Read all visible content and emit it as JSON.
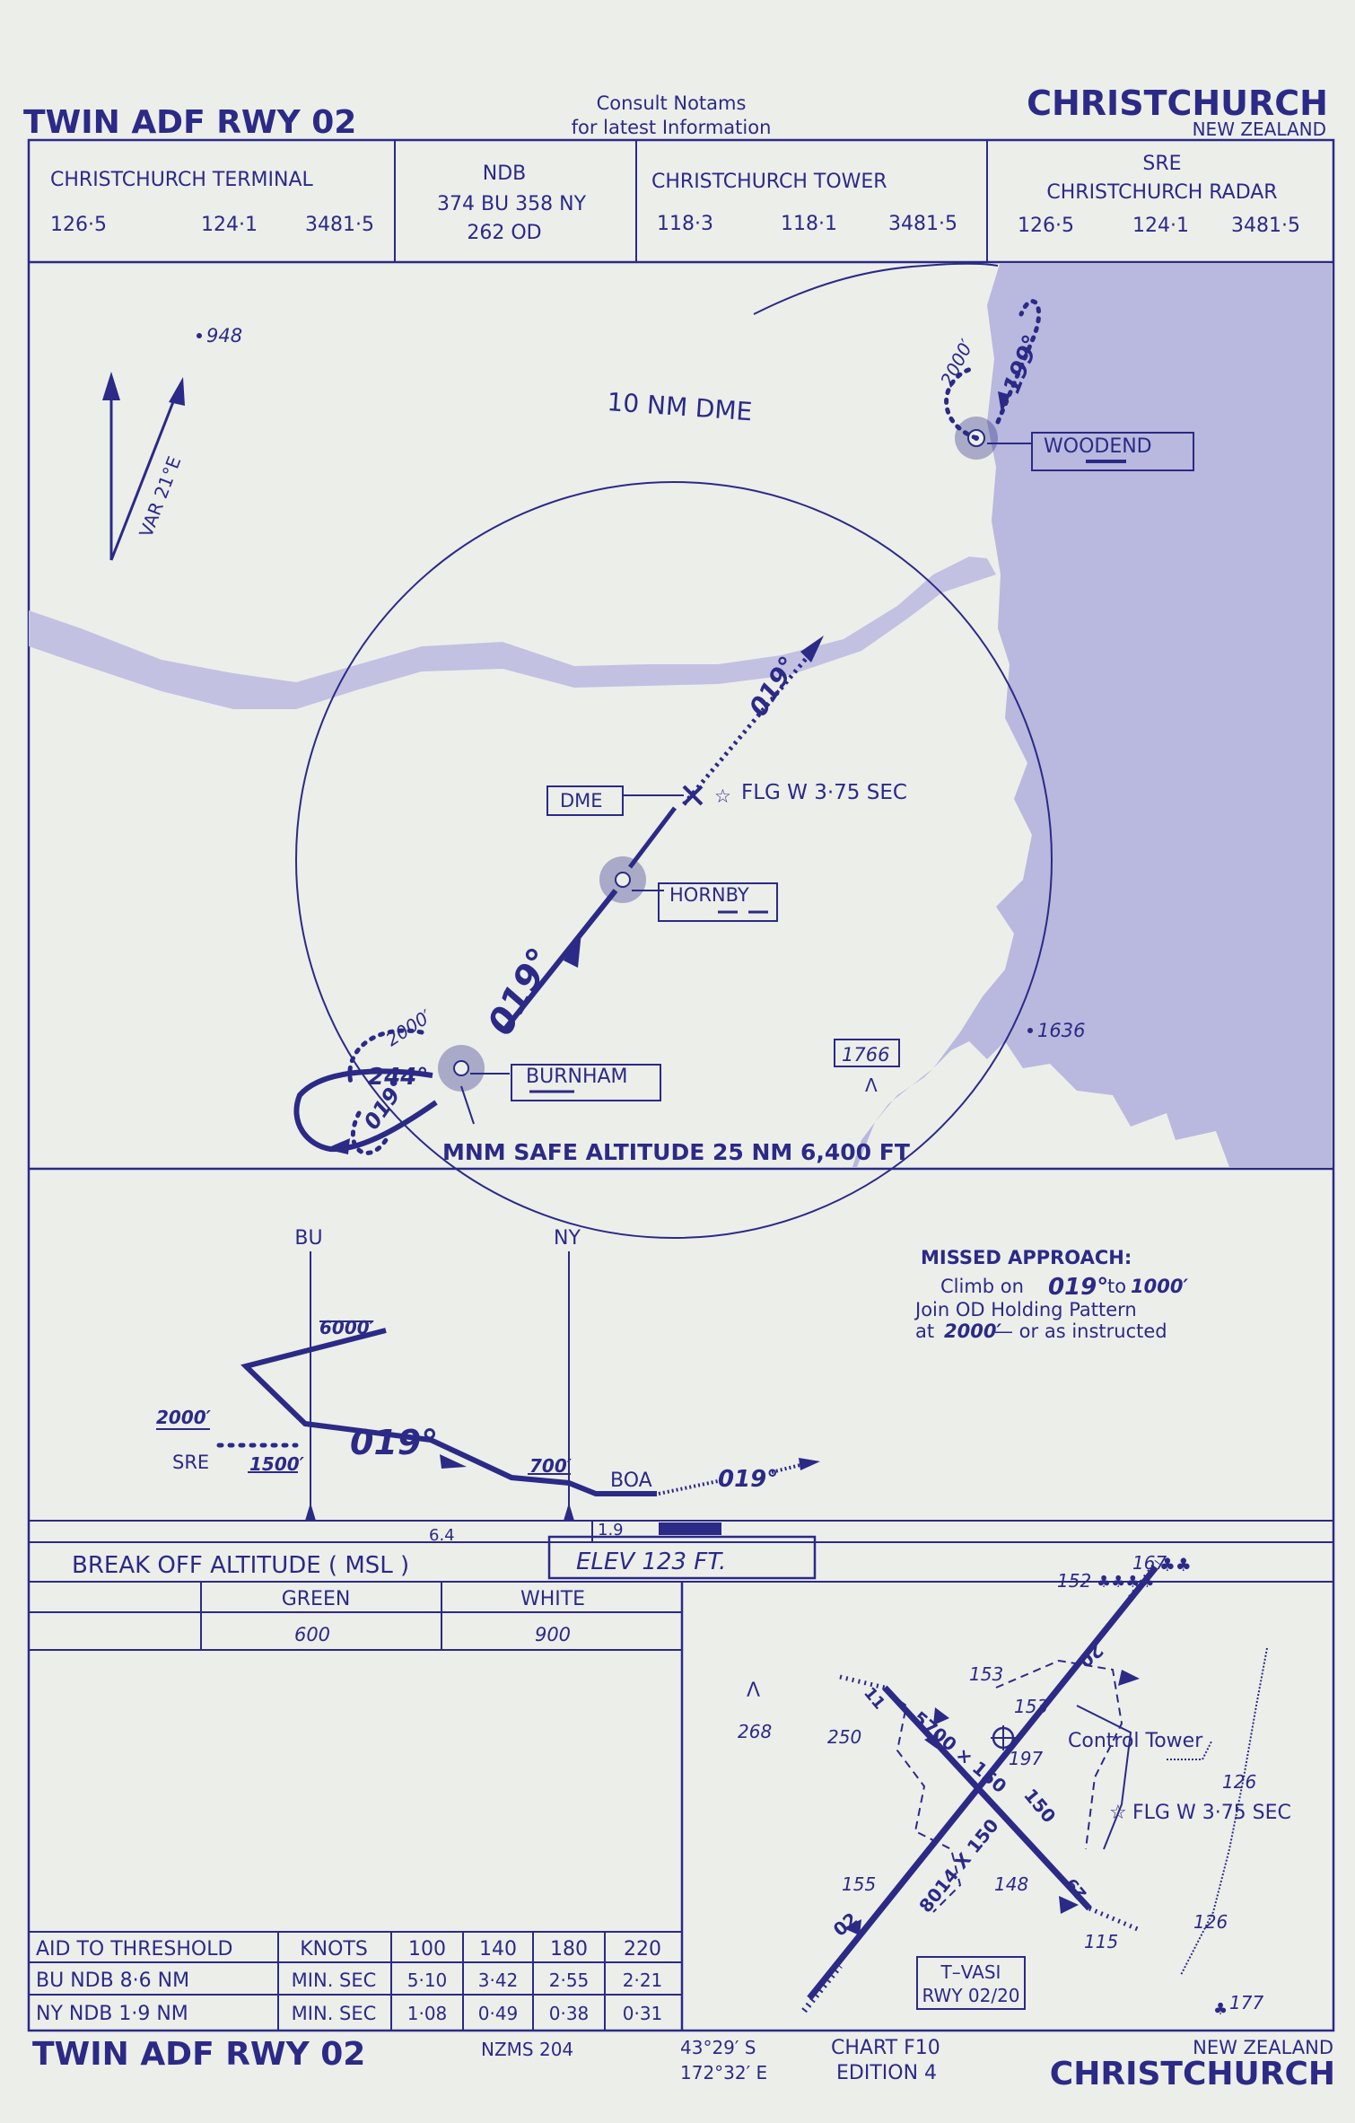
{
  "header": {
    "procedure_title": "TWIN ADF RWY 02",
    "notams_line1": "Consult  Notams",
    "notams_line2": "for latest  Information",
    "city": "CHRISTCHURCH",
    "country": "NEW ZEALAND"
  },
  "frequencies": {
    "terminal": {
      "name": "CHRISTCHURCH  TERMINAL",
      "f1": "126·5",
      "f2": "124·1",
      "f3": "3481·5"
    },
    "ndb": {
      "name": "NDB",
      "line1": "374 BU    358 NY",
      "line2": "262  OD"
    },
    "tower": {
      "name": "CHRISTCHURCH   TOWER",
      "f1": "118·3",
      "f2": "118·1",
      "f3": "3481·5"
    },
    "radar": {
      "name1": "SRE",
      "name2": "CHRISTCHURCH  RADAR",
      "f1": "126·5",
      "f2": "124·1",
      "f3": "3481·5"
    }
  },
  "plan_view": {
    "elev_948": "948",
    "variation": "VAR 21°E",
    "dme_ring_label": "10 NM DME",
    "woodend_alt": "2000′",
    "woodend_course": "199°",
    "woodend_name": "WOODEND",
    "course_outbound": "019°",
    "dme_fix": "DME",
    "flg_light": "FLG W 3·75 SEC",
    "hornby_name": "HORNBY",
    "course_final": "019°",
    "burnham_alt": "2000′",
    "burnham_inbound": "244°",
    "burnham_outbound": "019°",
    "burnham_name": "BURNHAM",
    "obstacle_1766": "1766",
    "elev_1636": "1636",
    "msa": "MNM SAFE ALTITUDE 25 NM 6,400 FT"
  },
  "profile": {
    "bu_label": "BU",
    "ny_label": "NY",
    "alt_6000": "6000′",
    "alt_2000": "2000′",
    "sre_label": "SRE",
    "alt_1500": "1500′",
    "course_final": "019°",
    "alt_700": "700′",
    "boa_label": "BOA",
    "course_missed": "019°",
    "dist_bu_ny": "6.4",
    "dist_ny_thr": "1.9",
    "missed_title": "MISSED APPROACH:",
    "missed_line1_pre": "Climb on",
    "missed_course": "019°",
    "missed_line1_post": "to",
    "missed_alt": "1000′",
    "missed_line2": "Join OD  Holding Pattern",
    "missed_line3_alt": "2000′",
    "missed_line3_post": "— or as instructed",
    "missed_line3_pre": "at"
  },
  "minima": {
    "title": "BREAK  OFF  ALTITUDE ( MSL )",
    "elev": "ELEV     123   FT.",
    "col1": "GREEN",
    "col2": "WHITE",
    "val1": "600",
    "val2": "900"
  },
  "timing": {
    "header": [
      "AID TO THRESHOLD",
      "KNOTS",
      "100",
      "140",
      "180",
      "220"
    ],
    "rows": [
      [
        "BU  NDB   8·6  NM",
        "MIN. SEC",
        "5·10",
        "3·42",
        "2·55",
        "2·21"
      ],
      [
        "NY  NDB   1·9  NM",
        "MIN. SEC",
        "1·08",
        "0·49",
        "0·38",
        "0·31"
      ]
    ]
  },
  "aerodrome": {
    "e167": "167",
    "e152": "152",
    "e153a": "153",
    "e153b": "153",
    "e268": "268",
    "e250": "250",
    "rwy1": "5700 × 150",
    "tower": "Control Tower",
    "e197": "197",
    "flg": "FLG W 3·75 SEC",
    "e126a": "126",
    "e150": "150",
    "e155": "155",
    "e148": "148",
    "rwy2": "8014 X 150",
    "e126b": "126",
    "e115": "115",
    "vasi1": "T–VASI",
    "vasi2": "RWY  02/20",
    "e177": "177",
    "rwy20": "20",
    "rwy02": "02",
    "rwy29": "29",
    "rwy11": "11"
  },
  "footer": {
    "title": "TWIN  ADF  RWY 02",
    "nzms": "NZMS  204",
    "lat": "43°29′ S",
    "lon": "172°32′ E",
    "chart": "CHART  F10",
    "edition": "EDITION 4",
    "country": "NEW ZEALAND",
    "city": "CHRISTCHURCH"
  },
  "colors": {
    "ink": "#2b2a86",
    "paper": "#eceeea",
    "sea": "#b9b8de"
  }
}
